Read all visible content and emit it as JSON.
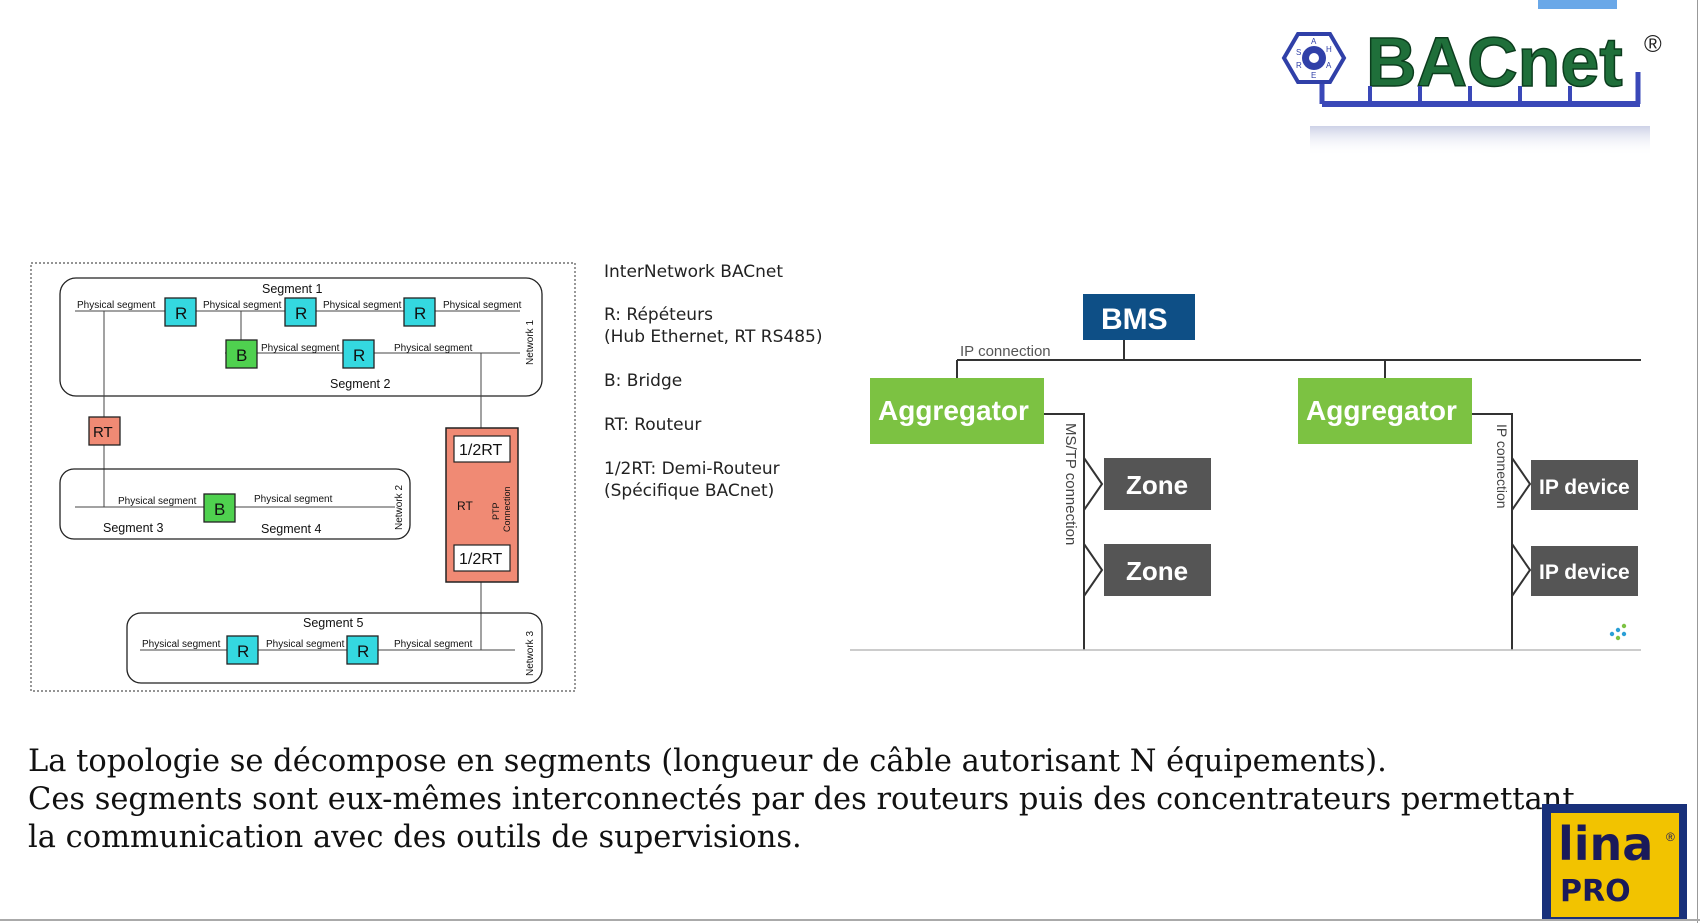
{
  "logo_bacnet": {
    "text": "BACnet",
    "registered": "®",
    "seal_letters": [
      "A",
      "S",
      "H",
      "R",
      "A",
      "E"
    ]
  },
  "logo_lina": {
    "line1": "lina",
    "line2": "PRO",
    "registered": "®"
  },
  "left_diagram": {
    "segments": [
      "Segment 1",
      "Segment 2",
      "Segment 3",
      "Segment 4",
      "Segment 5"
    ],
    "physical_segment": "Physical segment",
    "networks": [
      "Network 1",
      "Network 2",
      "Network 3"
    ],
    "repeater": "R",
    "bridge": "B",
    "router": "RT",
    "half_router": "1/2RT",
    "ptp": [
      "PTP",
      "Connection"
    ]
  },
  "legend": {
    "title": "InterNetwork BACnet",
    "r_line1": "R: Répéteurs",
    "r_line2": "(Hub Ethernet, RT RS485)",
    "b": "B: Bridge",
    "rt": "RT: Routeur",
    "half_line1": "1/2RT: Demi-Routeur",
    "half_line2": "(Spécifique BACnet)"
  },
  "right_diagram": {
    "bms": "BMS",
    "ip_connection": "IP connection",
    "aggregator": "Aggregator",
    "mstp_connection": "MS/TP connection",
    "zone": "Zone",
    "ip_device": "IP device",
    "ip_connection_vertical": "IP connection"
  },
  "description": {
    "line1": "La topologie se décompose en segments (longueur de câble autorisant N équipements).",
    "line2": "Ces segments sont eux-mêmes interconnectés par des routeurs puis des concentrateurs permettant",
    "line3": "la communication avec des outils de supervisions."
  },
  "colors": {
    "repeater": "#34d8e0",
    "bridge": "#4fd14f",
    "router": "#f08a74",
    "bms_blue": "#0e4f86",
    "aggregator_green": "#7cc242",
    "zone_gray": "#555555",
    "bacnet_green": "#1f6f3a",
    "bacnet_blue": "#3040a8",
    "lina_yellow": "#f2c300"
  }
}
